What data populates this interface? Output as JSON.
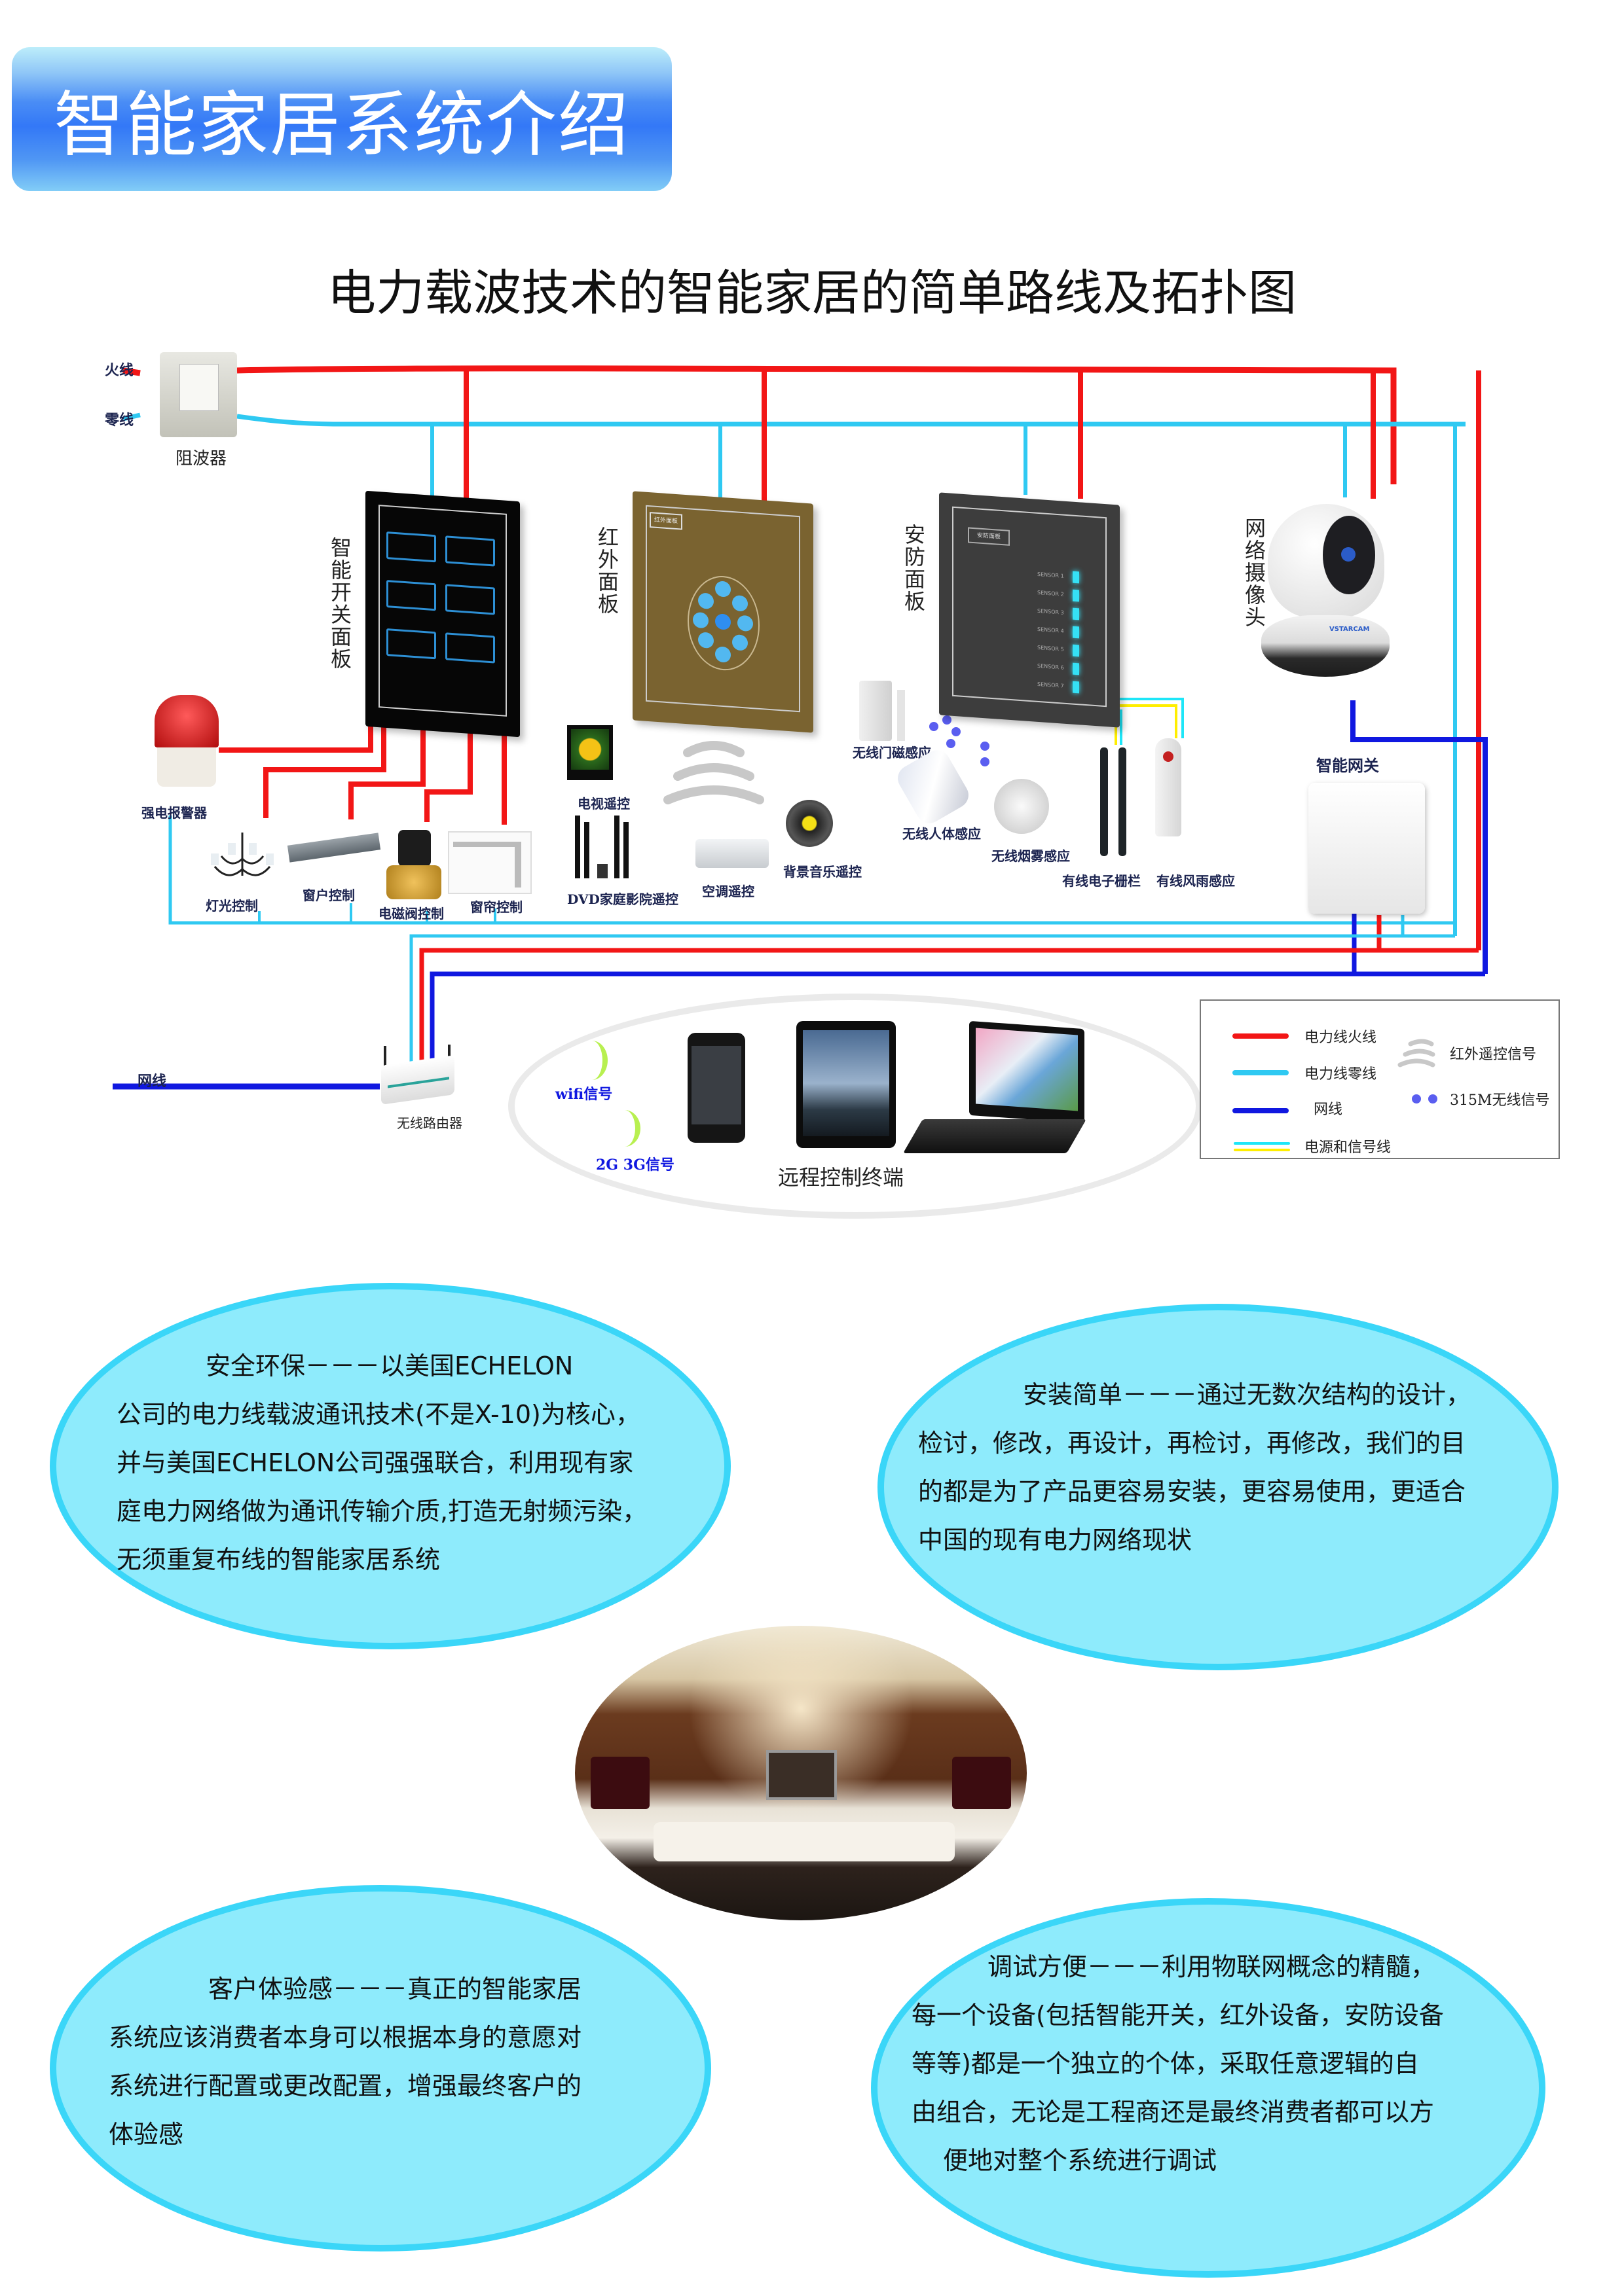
{
  "header": {
    "title": "智能家居系统介绍"
  },
  "diagram": {
    "title": "电力载波技术的智能家居的简单路线及拓扑图",
    "wire_labels": {
      "live": "火线",
      "neutral": "零线",
      "network": "网线"
    },
    "wave_trap": "阻波器",
    "panels": {
      "switch": "智能开关面板",
      "ir": "红外面板",
      "ir_badge": "红外面板",
      "security": "安防面板",
      "security_badge": "安防面板",
      "camera": "网络摄像头",
      "camera_brand": "VSTARCAM"
    },
    "sensor_leds": [
      "SENSOR 1",
      "SENSOR 2",
      "SENSOR 3",
      "SENSOR 4",
      "SENSOR 5",
      "SENSOR 6",
      "SENSOR 7"
    ],
    "switch_devices": {
      "alarm": "强电报警器",
      "light": "灯光控制",
      "window": "窗户控制",
      "valve": "电磁阀控制",
      "curtain": "窗帘控制"
    },
    "ir_devices": {
      "tv": "电视遥控",
      "dvd": "DVD家庭影院遥控",
      "ac": "空调遥控",
      "music": "背景音乐遥控"
    },
    "security_devices": {
      "door": "无线门磁感应",
      "body": "无线人体感应",
      "smoke": "无线烟雾感应",
      "fence": "有线电子栅栏",
      "wind_rain": "有线风雨感应"
    },
    "gateway": "智能网关",
    "router": "无线路由器",
    "remote": {
      "wifi": "wifi信号",
      "cellular": "2G 3G信号",
      "label": "远程控制终端"
    },
    "legend": {
      "items": [
        {
          "label": "电力线火线",
          "color": "#f21616"
        },
        {
          "label": "电力线零线",
          "color": "#2fc9f2"
        },
        {
          "label": "网线",
          "color": "#1018e0"
        },
        {
          "label": "电源和信号线",
          "color": "#ffee00",
          "color2": "#1ee6f8"
        }
      ],
      "ir_signal": "红外遥控信号",
      "wireless_signal": "315M无线信号"
    },
    "colors": {
      "live": "#f21616",
      "neutral": "#2fc9f2",
      "network": "#1018e0",
      "signal_yellow": "#ffee00",
      "signal_cyan": "#1ee6f8",
      "wireless_dot": "#5a5ef0"
    }
  },
  "bubbles": [
    {
      "lines": [
        "安全环保－－－以美国ECHELON",
        "公司的电力线载波通讯技术(不是X-10)为核心，",
        "并与美国ECHELON公司强强联合，利用现有家",
        "庭电力网络做为通讯传输介质,打造无射频污染，",
        "无须重复布线的智能家居系统"
      ]
    },
    {
      "lines": [
        "安装简单－－－通过无数次结构的设计，",
        "检讨，修改，再设计，再检讨，再修改，我们的目",
        "的都是为了产品更容易安装，更容易使用，更适合",
        "中国的现有电力网络现状"
      ]
    },
    {
      "lines": [
        "客户体验感－－－真正的智能家居",
        "系统应该消费者本身可以根据本身的意愿对",
        "系统进行配置或更改配置，增强最终客户的",
        "体验感"
      ]
    },
    {
      "lines": [
        "调试方便－－－利用物联网概念的精髓，",
        "每一个设备(包括智能开关，红外设备，安防设备",
        "等等)都是一个独立的个体，采取任意逻辑的自",
        "由组合，无论是工程商还是最终消费者都可以方",
        "便地对整个系统进行调试"
      ]
    }
  ]
}
